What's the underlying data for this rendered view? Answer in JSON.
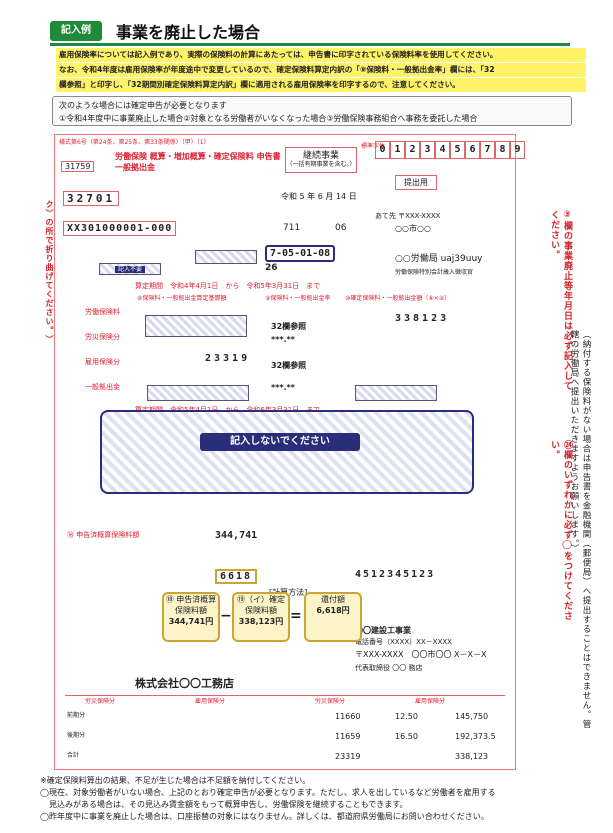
{
  "header": {
    "tag": "記入例",
    "title": "事業を廃止した場合"
  },
  "notice": {
    "line1": "雇用保険率については記入例であり、実際の保険料の計算にあたっては、申告書に印字されている保険料率を使用してください。",
    "line2": "なお、令和4年度は雇用保険率が年度途中で変更しているので、確定保険料算定内訳の「⑨保険料・一般拠出金率」欄には、「32",
    "line3": "欄参照」と印字し、「32期間別確定保険料算定内訳」欄に適用される雇用保険率を印字するので、注意してください。"
  },
  "info": {
    "line1": "次のような場合には確定申告が必要となります",
    "line2": "①令和4年度中に事業廃止した場合②対象となる労働者がいなくなった場合③労働保険事務組合へ事務を委託した場合"
  },
  "form": {
    "form_no": "様式第6号（第24条、第25条、第33条関係）（甲）（1）",
    "form_title": "労働保険 概算・増加概算・確定保険料 申告書 一般拠出金",
    "code_left": "31759",
    "continuation": "継続事業",
    "continuation_sub": "（一括有期事業を含む。）",
    "number_label": "標準字体",
    "number_digits": "0123456789",
    "submit": "提出用",
    "kind_code": "32701",
    "insurance_no": "XX301000001-000",
    "date_value": "7-05-01-08",
    "date_code": "26",
    "office_code": "711",
    "office_sub": "06",
    "submit_date": "令和 5 年 6 月 14 日",
    "address_to": "あて先 〒XXX-XXXX",
    "city": "○○市○○",
    "bureau": "○○労働局 uaj39uuy",
    "bureau_sub": "労働保険特別会計歳入徴収官",
    "shiki_label": "記入不要",
    "row_labels": [
      "労働保険料",
      "労災保険分",
      "雇用保険分",
      "一般拠出金"
    ],
    "section1": "算定期間　令和4年4月1日　から　令和5年3月31日　まで",
    "section2": "算定期間　令和5年4月1日　から　令和6年3月31日　まで",
    "col_base": "⑧保険料・一般拠出金算定基礎額",
    "col_rate": "⑨保険料・一般拠出金率",
    "col_amount": "⑩確定保険料・一般拠出金額（⑧×⑨）",
    "rate_note_1": "32欄参照",
    "rate_note_2": "32欄参照",
    "rate_mask": "***.**",
    "wage_total": "23319",
    "premium_total": "338123",
    "no_input": "記入しないでください",
    "declare_amount": "344,741",
    "diff_amount": "6618",
    "account_no": "4512345123",
    "calc_title": "[計算方法]",
    "box18": "⑱ 申告済概算 保険料額",
    "box18_val": "344,741円",
    "box19": "⑲（イ）確定 保険料額",
    "box19_val": "338,123円",
    "box_refund": "還付額",
    "box_refund_val": "6,618円",
    "company": "株式会社〇〇工務店",
    "company_full": "〇〇建設工事業",
    "phone": "電話番号（XXXX）XX－XXXX",
    "addr": "〒XXX-XXXX　〇〇市〇〇 X－X－X",
    "person": "代表取締役 〇〇 務店"
  },
  "table": {
    "headers": [
      "労災保険分",
      "雇用保険分",
      "労災保険分",
      "雇用保険分"
    ],
    "row_labels": [
      "前期分",
      "後期分",
      "合計"
    ],
    "r1": [
      "11660",
      "12.50",
      "145,750"
    ],
    "r2": [
      "11659",
      "16.50",
      "192,373.5"
    ],
    "r3": [
      "23319",
      "338,123"
    ]
  },
  "right_notes": {
    "red1": "③欄の事業廃止等年月日は必ず記入してください。",
    "red2": "㉔欄のいずれかに必ず◯をつけてください。",
    "black1": "（納付する保険料がない場合は申告書を金融機関（郵便局）へ提出することはできません。管轄の労働局へ提出いただきますようお願いします。）",
    "left1": "（なるべく折り曲げないようにし、やむをえない場合には折り目（マーク）の所で折り曲げてください。）"
  },
  "footer": {
    "l1": "※確定保険料算出の結果、不足が生じた場合は不足額を納付してください。",
    "l2": "◯現在、対象労働者がいない場合、上記のとおり確定申告が必要となります。ただし、求人を出しているなど労働者を雇用する",
    "l3": "見込みがある場合は、その見込み賃金額をもって概算申告し、労働保険を継続することもできます。",
    "l4": "◯昨年度中に事業を廃止した場合は、口座振替の対象にはなりません。詳しくは、都道府県労働局にお問い合わせください。"
  },
  "colors": {
    "green": "#1f8a3a",
    "red": "#d2232a",
    "navy": "#2a2e7a",
    "yellow": "#fff36a"
  }
}
